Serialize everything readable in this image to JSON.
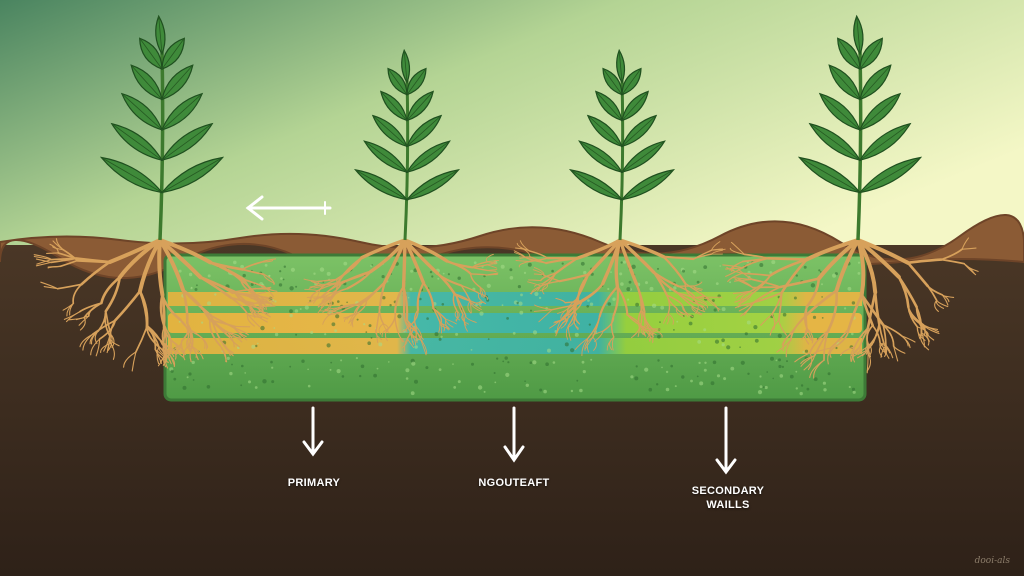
{
  "labels": {
    "primary": "PRIMARY",
    "middle": "NGOUTEAFT",
    "secondary_line1": "SECONDARY",
    "secondary_line2": "WAILLS"
  },
  "signature": "dooi-als",
  "colors": {
    "sky_top_left": "#4f8a62",
    "sky_bottom_right": "#f2f6c2",
    "soil_dark": "#3a2b1f",
    "soil_crust": "#8a5a36",
    "root": "#d7a15b",
    "leaf": "#3f8a3a",
    "band_green": "#6fbf5a",
    "band_yellow": "#e8b642",
    "band_teal": "#3fb3a6",
    "band_lime": "#98d03a"
  }
}
